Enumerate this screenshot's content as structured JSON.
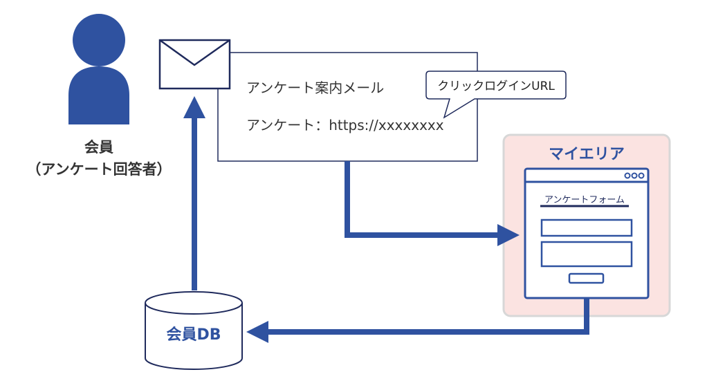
{
  "member": {
    "label_line1": "会員",
    "label_line2": "（アンケート回答者）"
  },
  "email": {
    "title": "アンケート案内メール",
    "url_line": "アンケート：https://xxxxxxxx",
    "callout": "クリックログインURL"
  },
  "my_area": {
    "title": "マイエリア",
    "form_title": "アンケートフォーム"
  },
  "database": {
    "label": "会員DB"
  },
  "colors": {
    "primary": "#2f52a0",
    "dark_navy": "#1f2a5c",
    "my_area_fill": "#fbe3e1",
    "my_area_border": "#d7d7d7",
    "text": "#333333"
  }
}
